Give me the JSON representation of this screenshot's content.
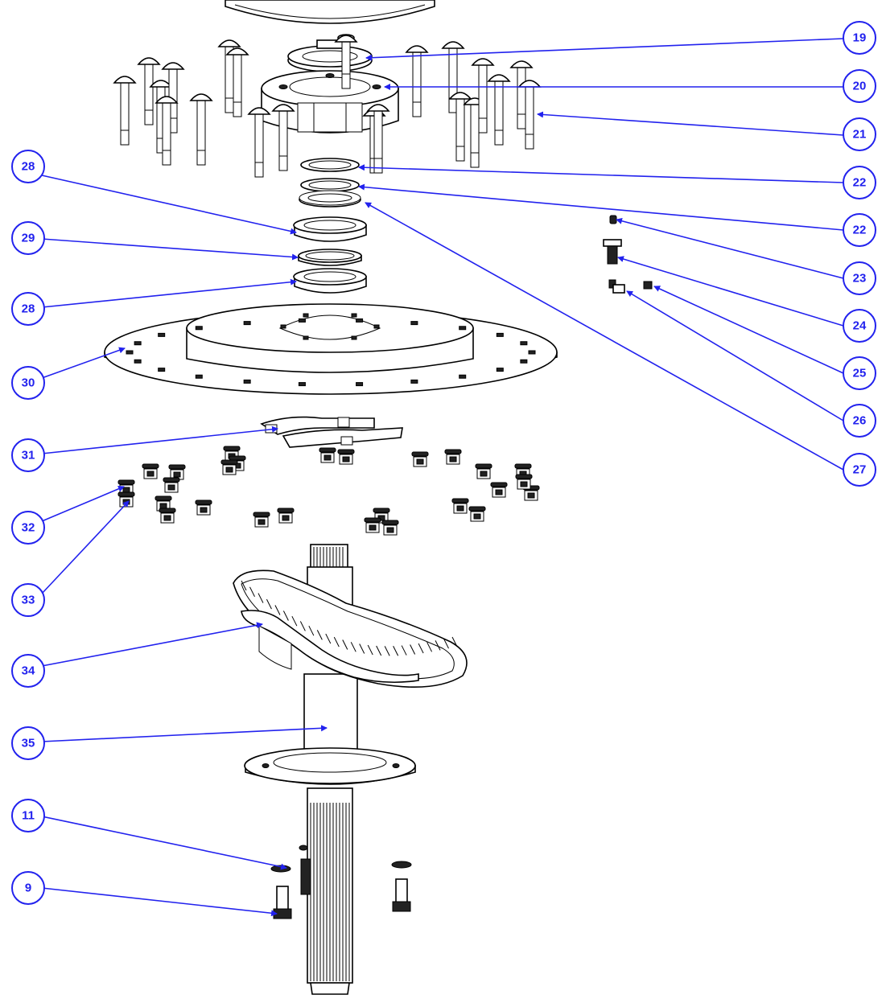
{
  "balloons": {
    "b19": "19",
    "b20": "20",
    "b21": "21",
    "b22a": "22",
    "b22b": "22",
    "b23": "23",
    "b24": "24",
    "b25": "25",
    "b26": "26",
    "b27": "27",
    "b28a": "28",
    "b29": "29",
    "b28b": "28",
    "b30": "30",
    "b31": "31",
    "b32": "32",
    "b33": "33",
    "b34": "34",
    "b35": "35",
    "b11": "11",
    "b9": "9"
  },
  "colors": {
    "callout": "#2222ee",
    "linework": "#000000",
    "background": "#ffffff"
  }
}
